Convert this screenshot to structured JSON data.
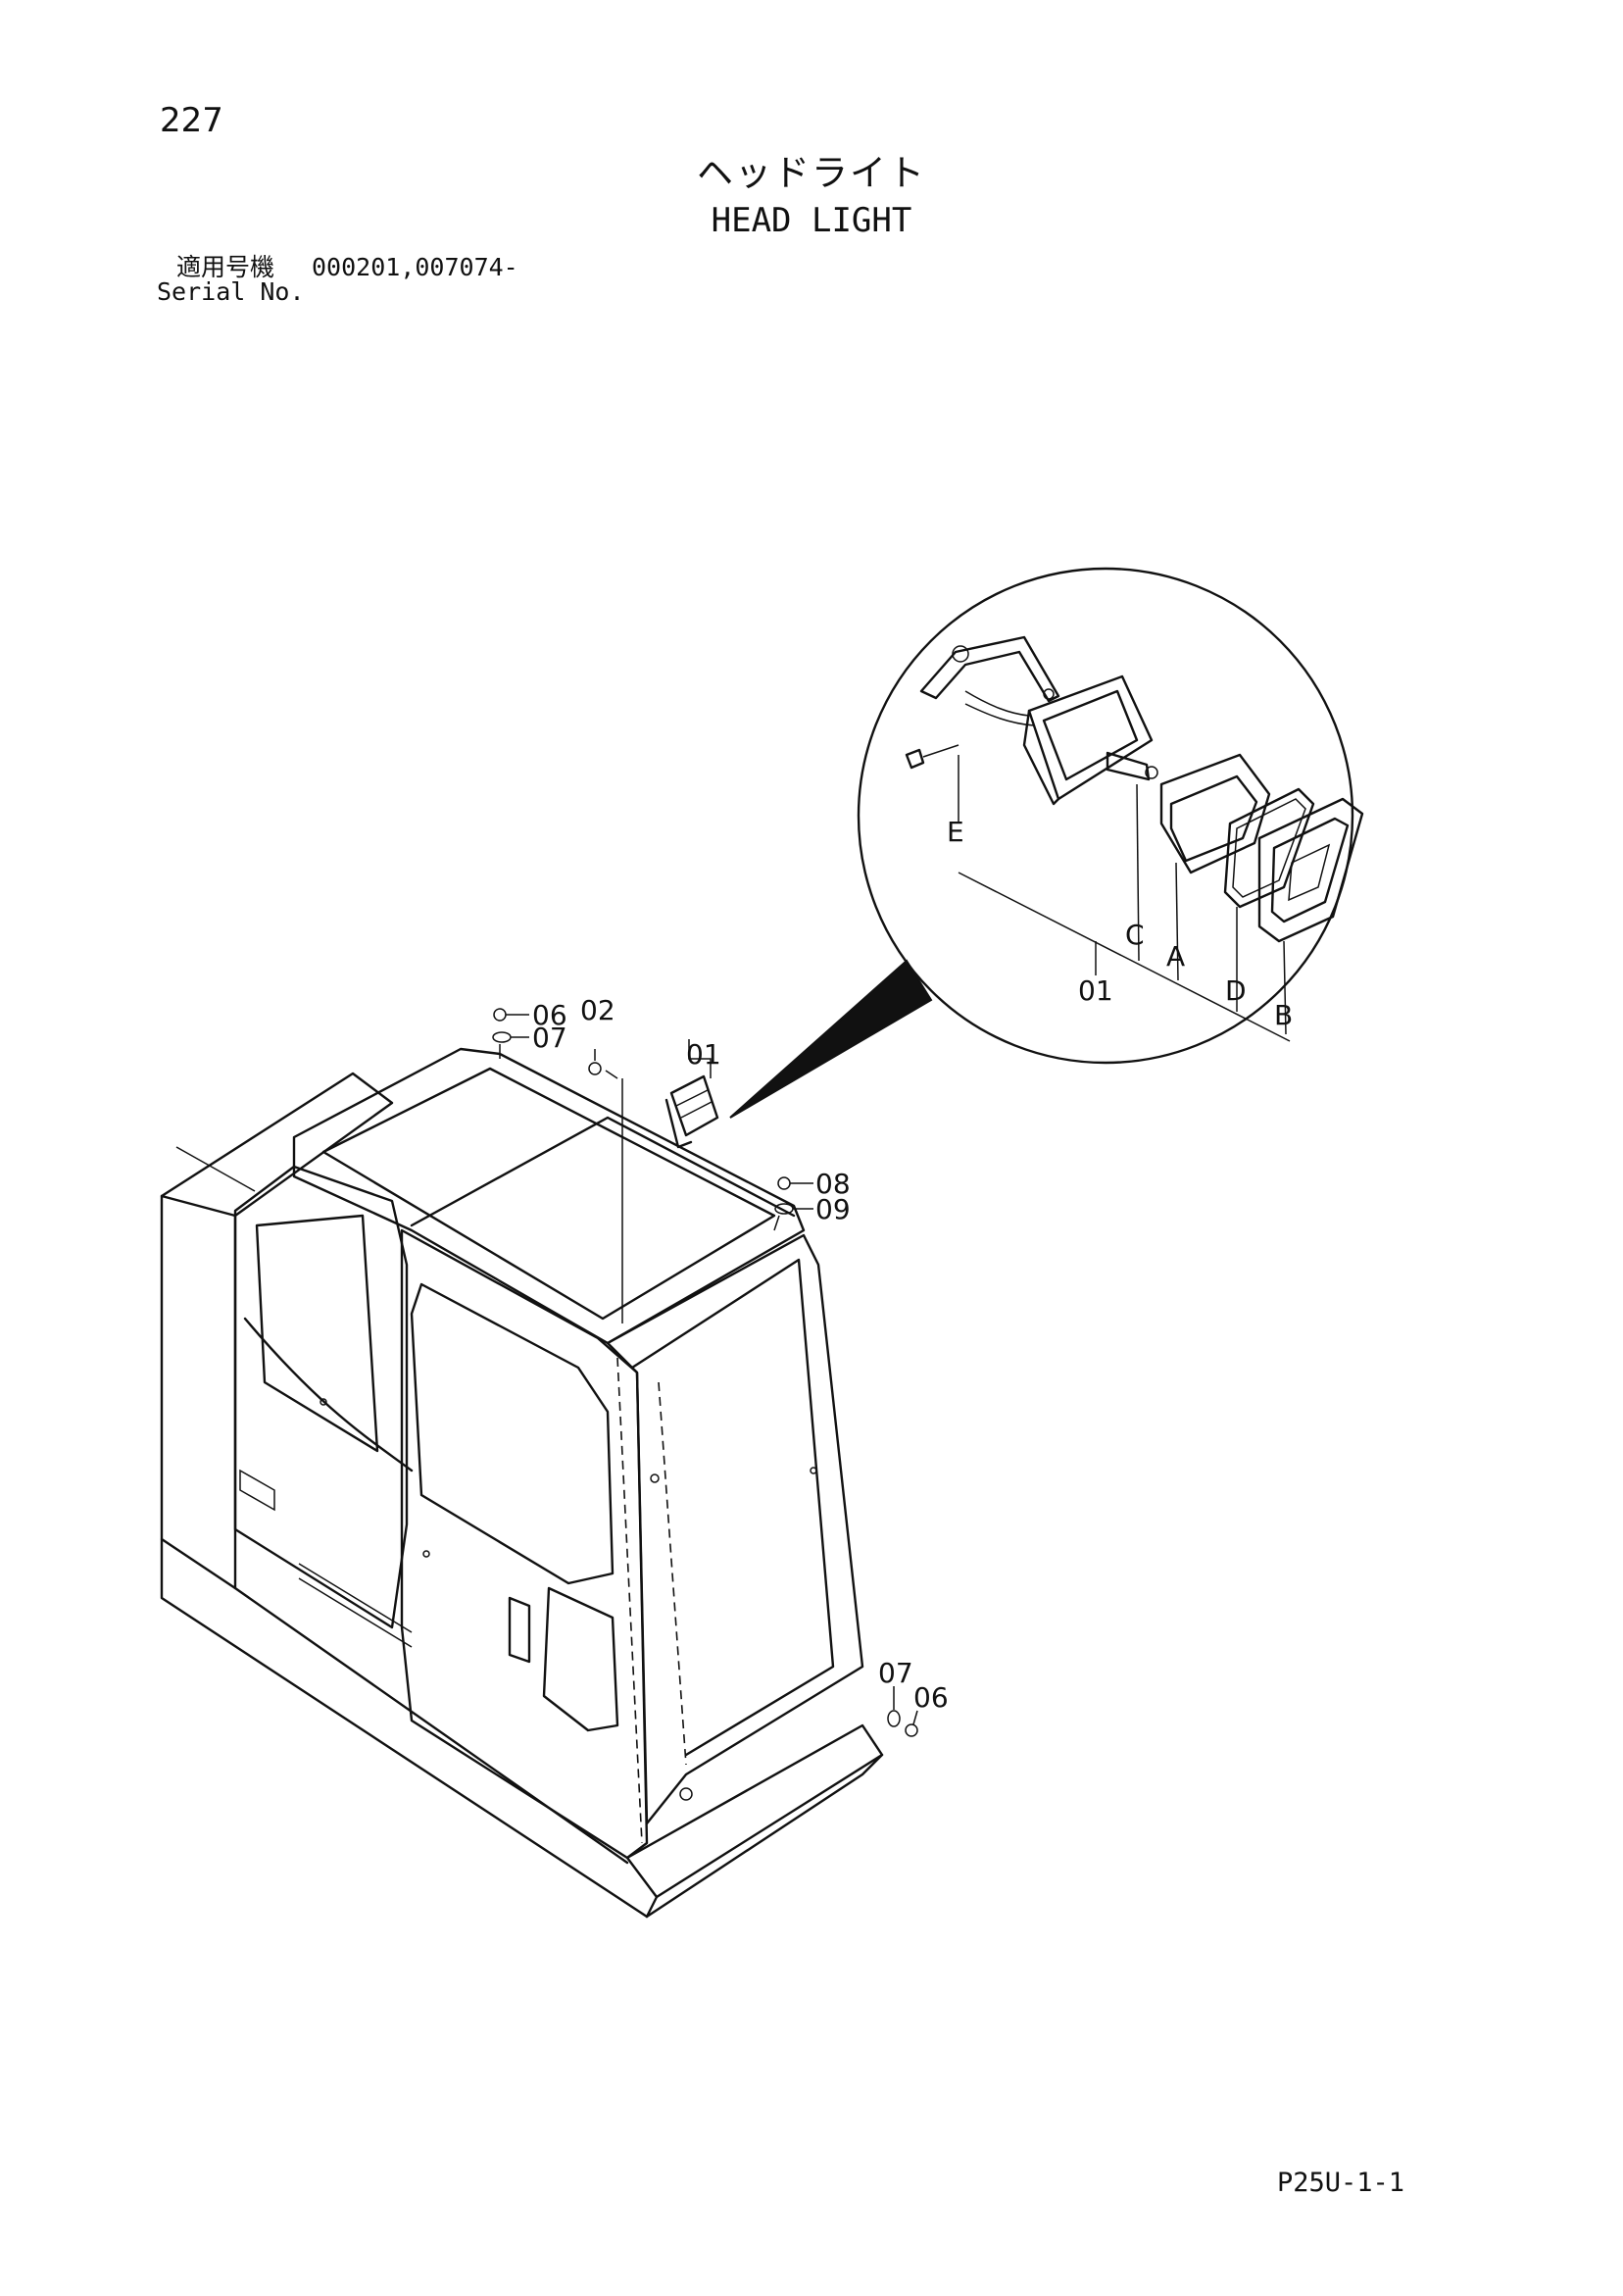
{
  "header": {
    "page_number": "227",
    "title_ja": "ヘッドライト",
    "title_en": "HEAD LIGHT",
    "serial_label_ja": "適用号機",
    "serial_values": "000201,007074-",
    "serial_label_en": "Serial No."
  },
  "callouts": {
    "main_01": "01",
    "main_02": "02",
    "main_06_top": "06",
    "main_07_top": "07",
    "main_08": "08",
    "main_09": "09",
    "main_07_bottom": "07",
    "main_06_bottom": "06"
  },
  "detail_callouts": {
    "E": "E",
    "C": "C",
    "A": "A",
    "D": "D",
    "B": "B",
    "assembly": "01"
  },
  "footer": {
    "page_code": "P25U-1-1"
  }
}
